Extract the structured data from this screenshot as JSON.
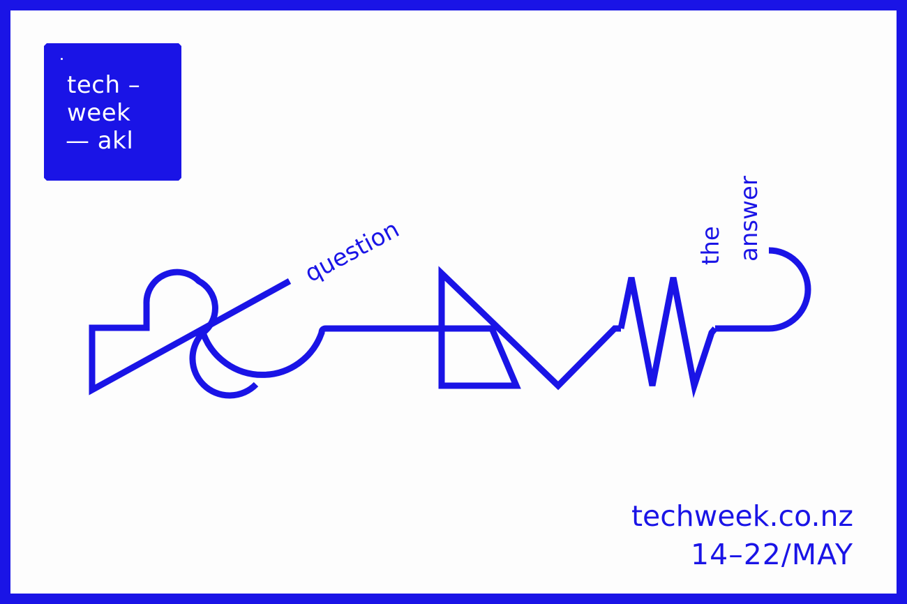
{
  "brand_color": "#1a14e6",
  "logo": {
    "line1": "tech –",
    "line2": "week",
    "line3": "— akl"
  },
  "illustration": {
    "word_question": "question",
    "word_the": "the",
    "word_answer": "answer"
  },
  "footer": {
    "url": "techweek.co.nz",
    "dates": "14–22/MAY"
  }
}
